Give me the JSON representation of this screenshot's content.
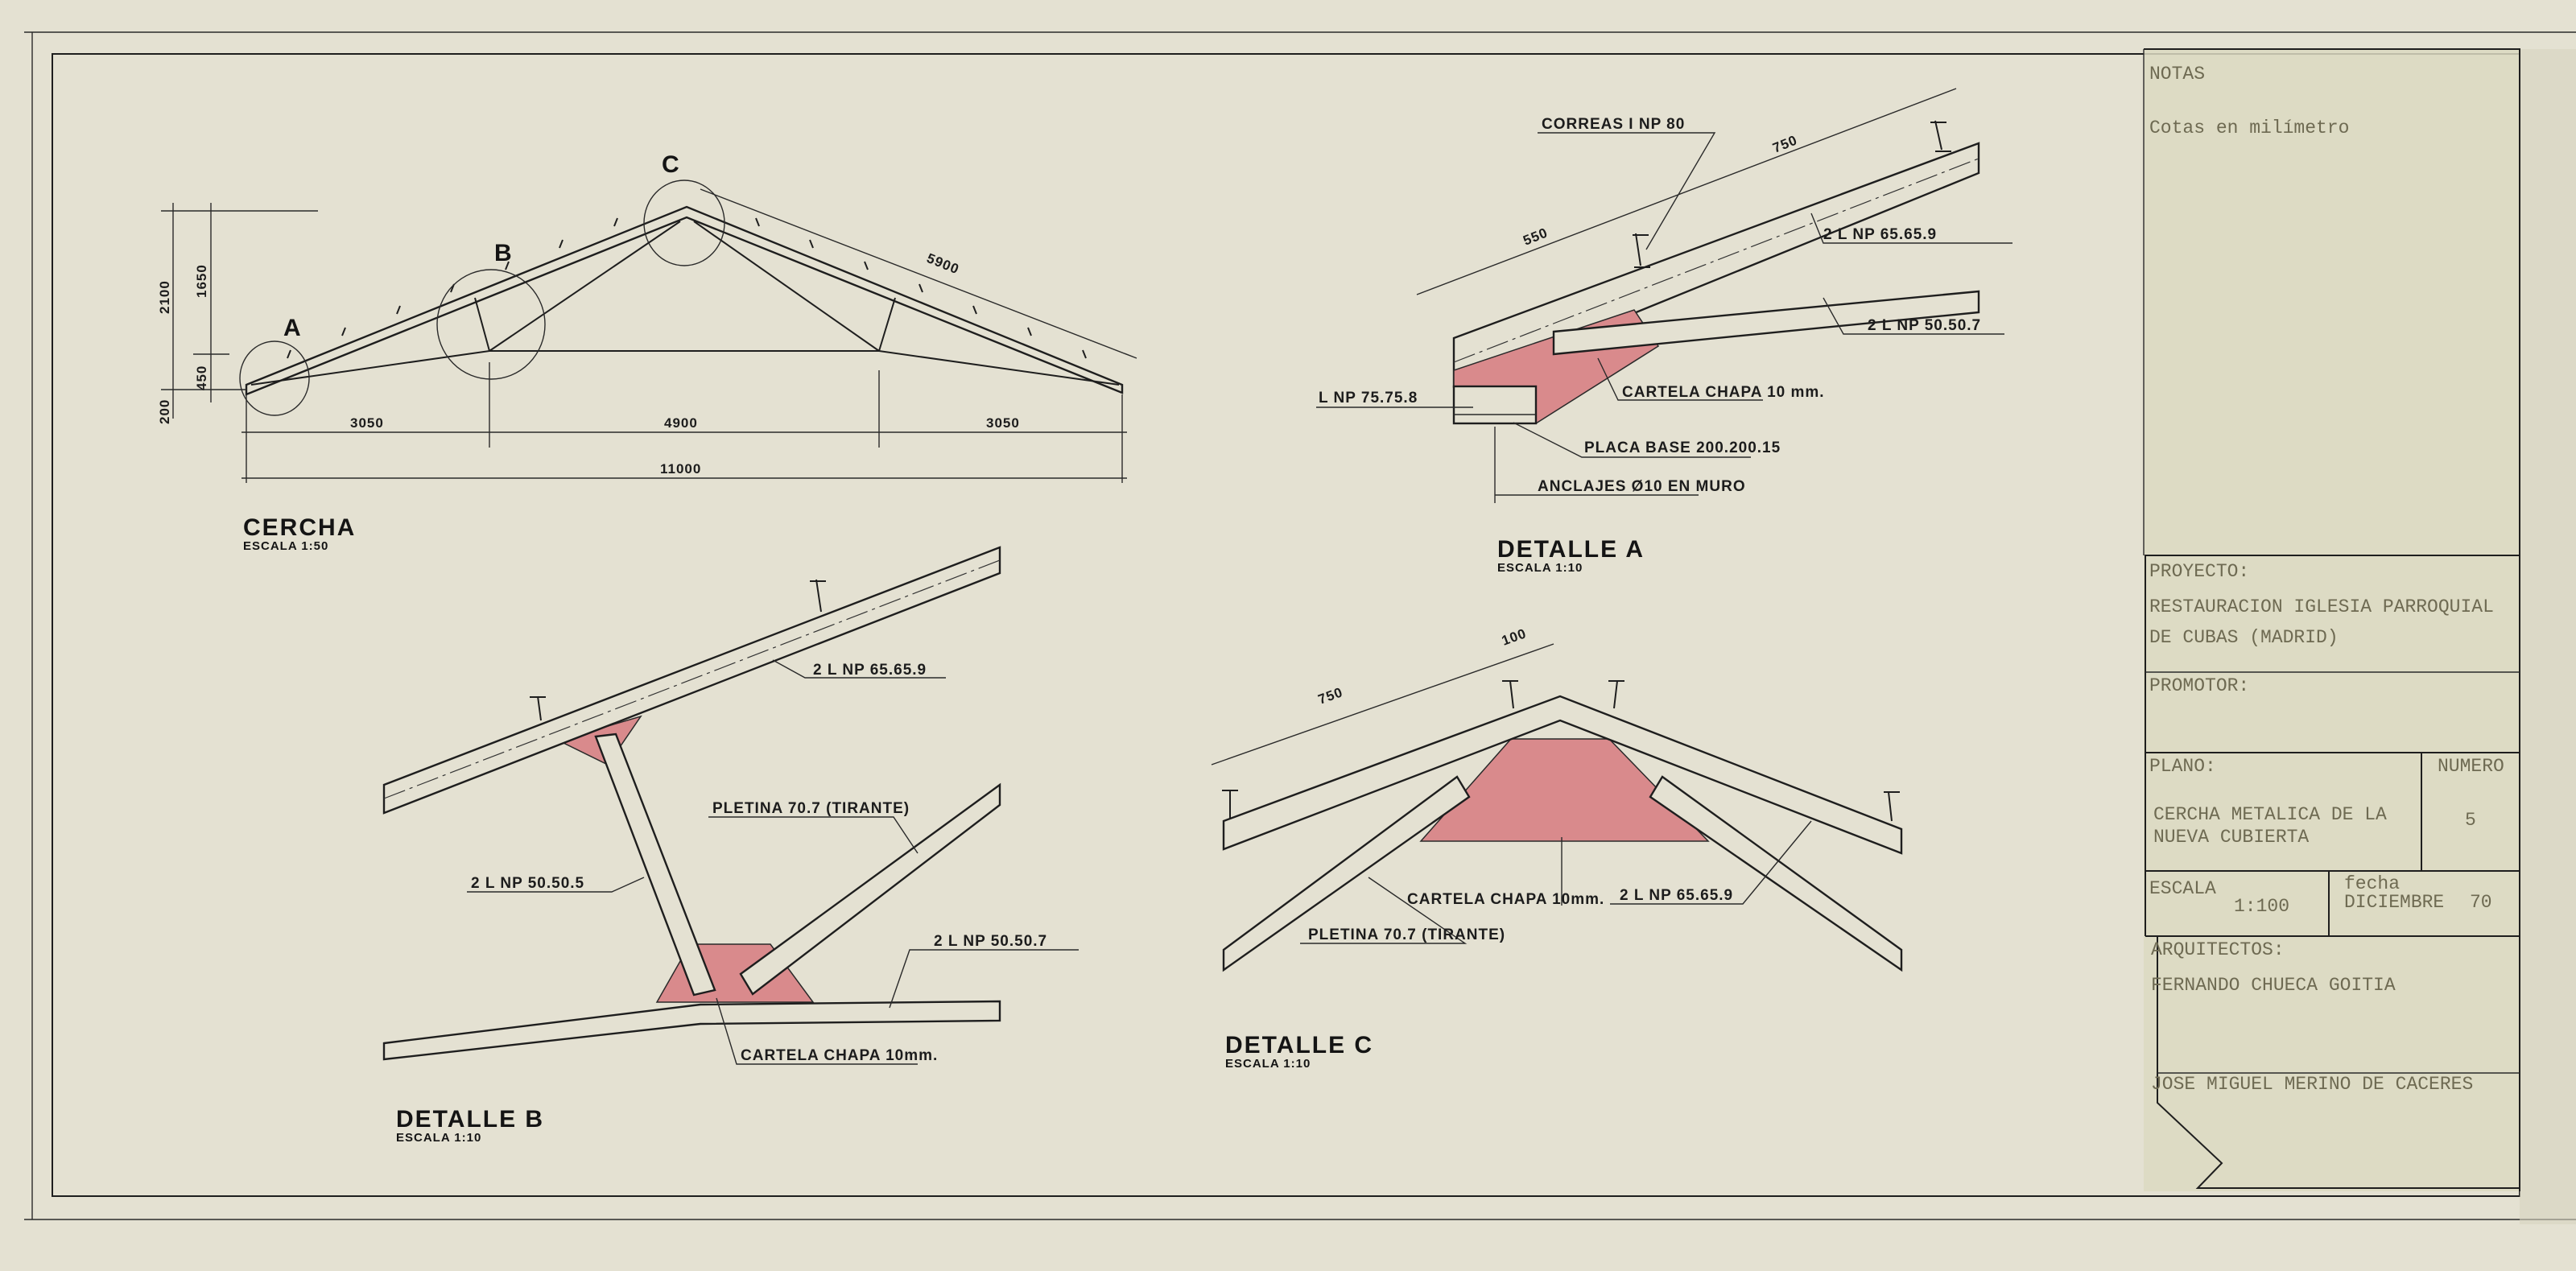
{
  "colors": {
    "paper": "#e4e1d2",
    "ink": "#1e1e1e",
    "gusset": "#d98a8c",
    "typewriter": "#6e6a52",
    "title_block": "#dcd9c2"
  },
  "cercha": {
    "title": "CERCHA",
    "scale": "ESCALA 1:50",
    "callouts": [
      "A",
      "B",
      "C"
    ],
    "dims": {
      "span_left": "3050",
      "span_mid": "4900",
      "span_right": "3050",
      "span_total": "11000",
      "rafter": "5900",
      "h_total": "2100",
      "h_upper": "1650",
      "h_lower": "450",
      "h_base": "200"
    }
  },
  "detalle_a": {
    "title": "DETALLE  A",
    "scale": "ESCALA 1:10",
    "labels": {
      "correas": "CORREAS I NP 80",
      "rafter": "2 L NP 65.65.9",
      "chord": "2 L NP 50.50.7",
      "cartela": "CARTELA  CHAPA 10 mm.",
      "angle": "L NP 75.75.8",
      "placa": "PLACA BASE  200.200.15",
      "anclajes": "ANCLAJES Ø10  EN MURO"
    },
    "dims": {
      "d1": "550",
      "d2": "750"
    }
  },
  "detalle_b": {
    "title": "DETALLE  B",
    "scale": "ESCALA 1:10",
    "labels": {
      "rafter": "2 L NP 65.65.9",
      "pletina": "PLETINA 70.7 (TIRANTE)",
      "strut": "2 L NP 50.50.5",
      "chord": "2 L NP 50.50.7",
      "cartela": "CARTELA CHAPA 10mm."
    }
  },
  "detalle_c": {
    "title": "DETALLE  C",
    "scale": "ESCALA 1:10",
    "labels": {
      "cartela": "CARTELA CHAPA 10mm.",
      "rafter": "2 L NP 65.65.9",
      "pletina": "PLETINA 70.7 (TIRANTE)"
    },
    "dims": {
      "d1": "750",
      "d2": "100"
    }
  },
  "title_block": {
    "notas_label": "NOTAS",
    "notas_text": "Cotas en milímetro",
    "proyecto_label": "PROYECTO:",
    "proyecto_line1": "RESTAURACION IGLESIA PARROQUIAL",
    "proyecto_line2": "DE CUBAS  (MADRID)",
    "promotor_label": "PROMOTOR:",
    "plano_label": "PLANO:",
    "plano_line1": "CERCHA METALICA DE LA",
    "plano_line2": "NUEVA CUBIERTA",
    "numero_label": "NUMERO",
    "numero_value": "5",
    "escala_label": "ESCALA",
    "escala_value": "1:100",
    "fecha_label": "fecha",
    "fecha_month": "DICIEMBRE",
    "fecha_year": "70",
    "arquitectos_label": "ARQUITECTOS:",
    "arquitecto_1": "FERNANDO CHUECA GOITIA",
    "arquitecto_2": "JOSE MIGUEL MERINO DE CACERES"
  }
}
